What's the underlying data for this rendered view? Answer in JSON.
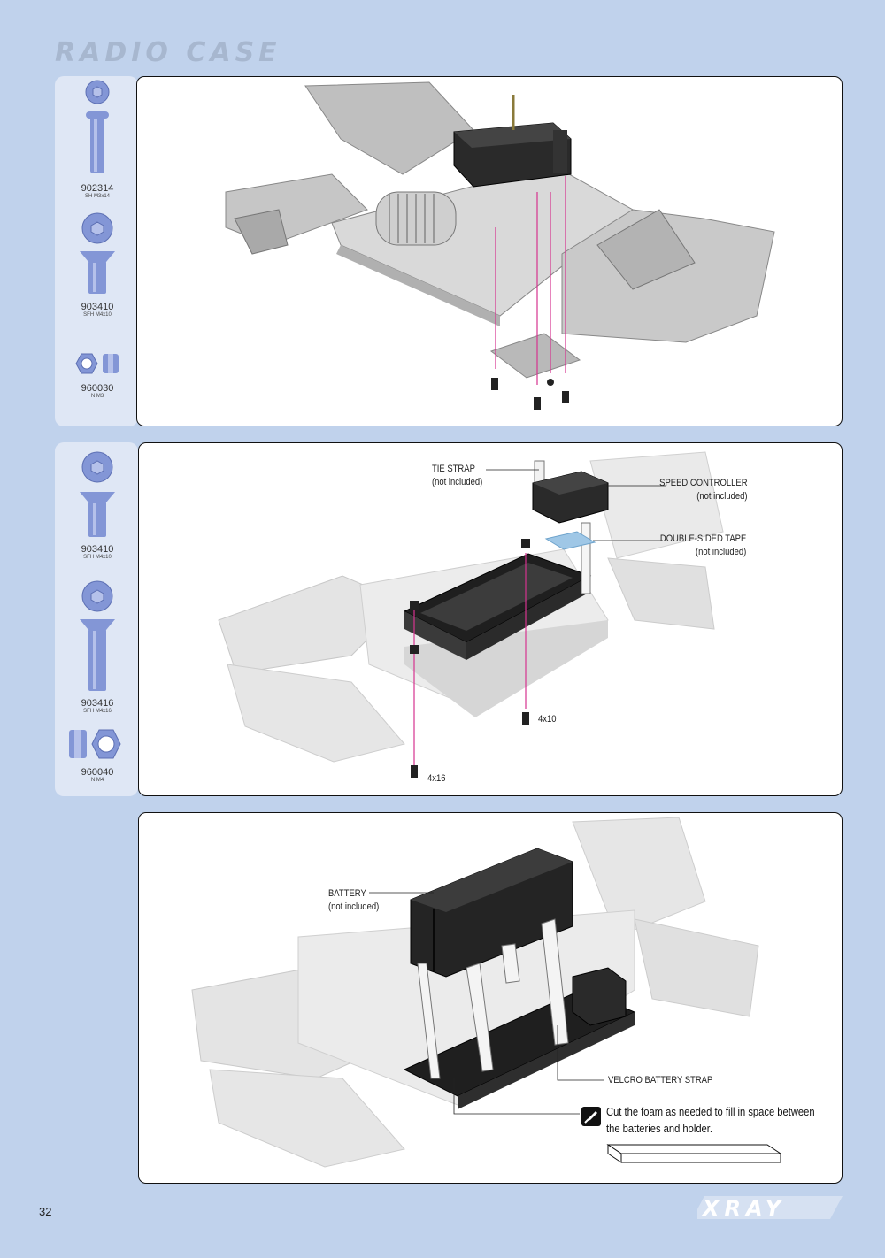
{
  "page": {
    "section_title": "RADIO CASE",
    "page_number": "32",
    "brand": "XRAY"
  },
  "step1": {
    "parts": [
      {
        "code": "902314",
        "desc": "SH M3x14",
        "icon": "socket-head-screw-icon"
      },
      {
        "code": "903410",
        "desc": "SFH M4x10",
        "icon": "flat-head-screw-icon"
      },
      {
        "code": "960030",
        "desc": "N M3",
        "icon": "nut-icon"
      }
    ]
  },
  "step2": {
    "parts": [
      {
        "code": "903410",
        "desc": "SFH M4x10",
        "icon": "flat-head-screw-icon"
      },
      {
        "code": "903416",
        "desc": "SFH M4x16",
        "icon": "flat-head-screw-icon"
      },
      {
        "code": "960040",
        "desc": "N M4",
        "icon": "nut-icon"
      }
    ],
    "labels": {
      "tie_strap": "TIE STRAP",
      "tie_strap_note": "(not included)",
      "speed_controller": "SPEED CONTROLLER",
      "speed_controller_note": "(not included)",
      "tape": "DOUBLE-SIDED TAPE",
      "tape_note": "(not included)",
      "qty_a": "4x10",
      "qty_b": "4x16"
    }
  },
  "step3": {
    "labels": {
      "battery": "BATTERY",
      "battery_note": "(not included)",
      "velcro": "VELCRO BATTERY STRAP"
    },
    "note_line1": "Cut the foam as needed to fill in space between",
    "note_line2": "the batteries and holder."
  },
  "colors": {
    "background": "#c0d2ec",
    "sidebar": "#dfe7f5",
    "hardware": "#8396d6",
    "guide_lines": "#d6338f"
  }
}
